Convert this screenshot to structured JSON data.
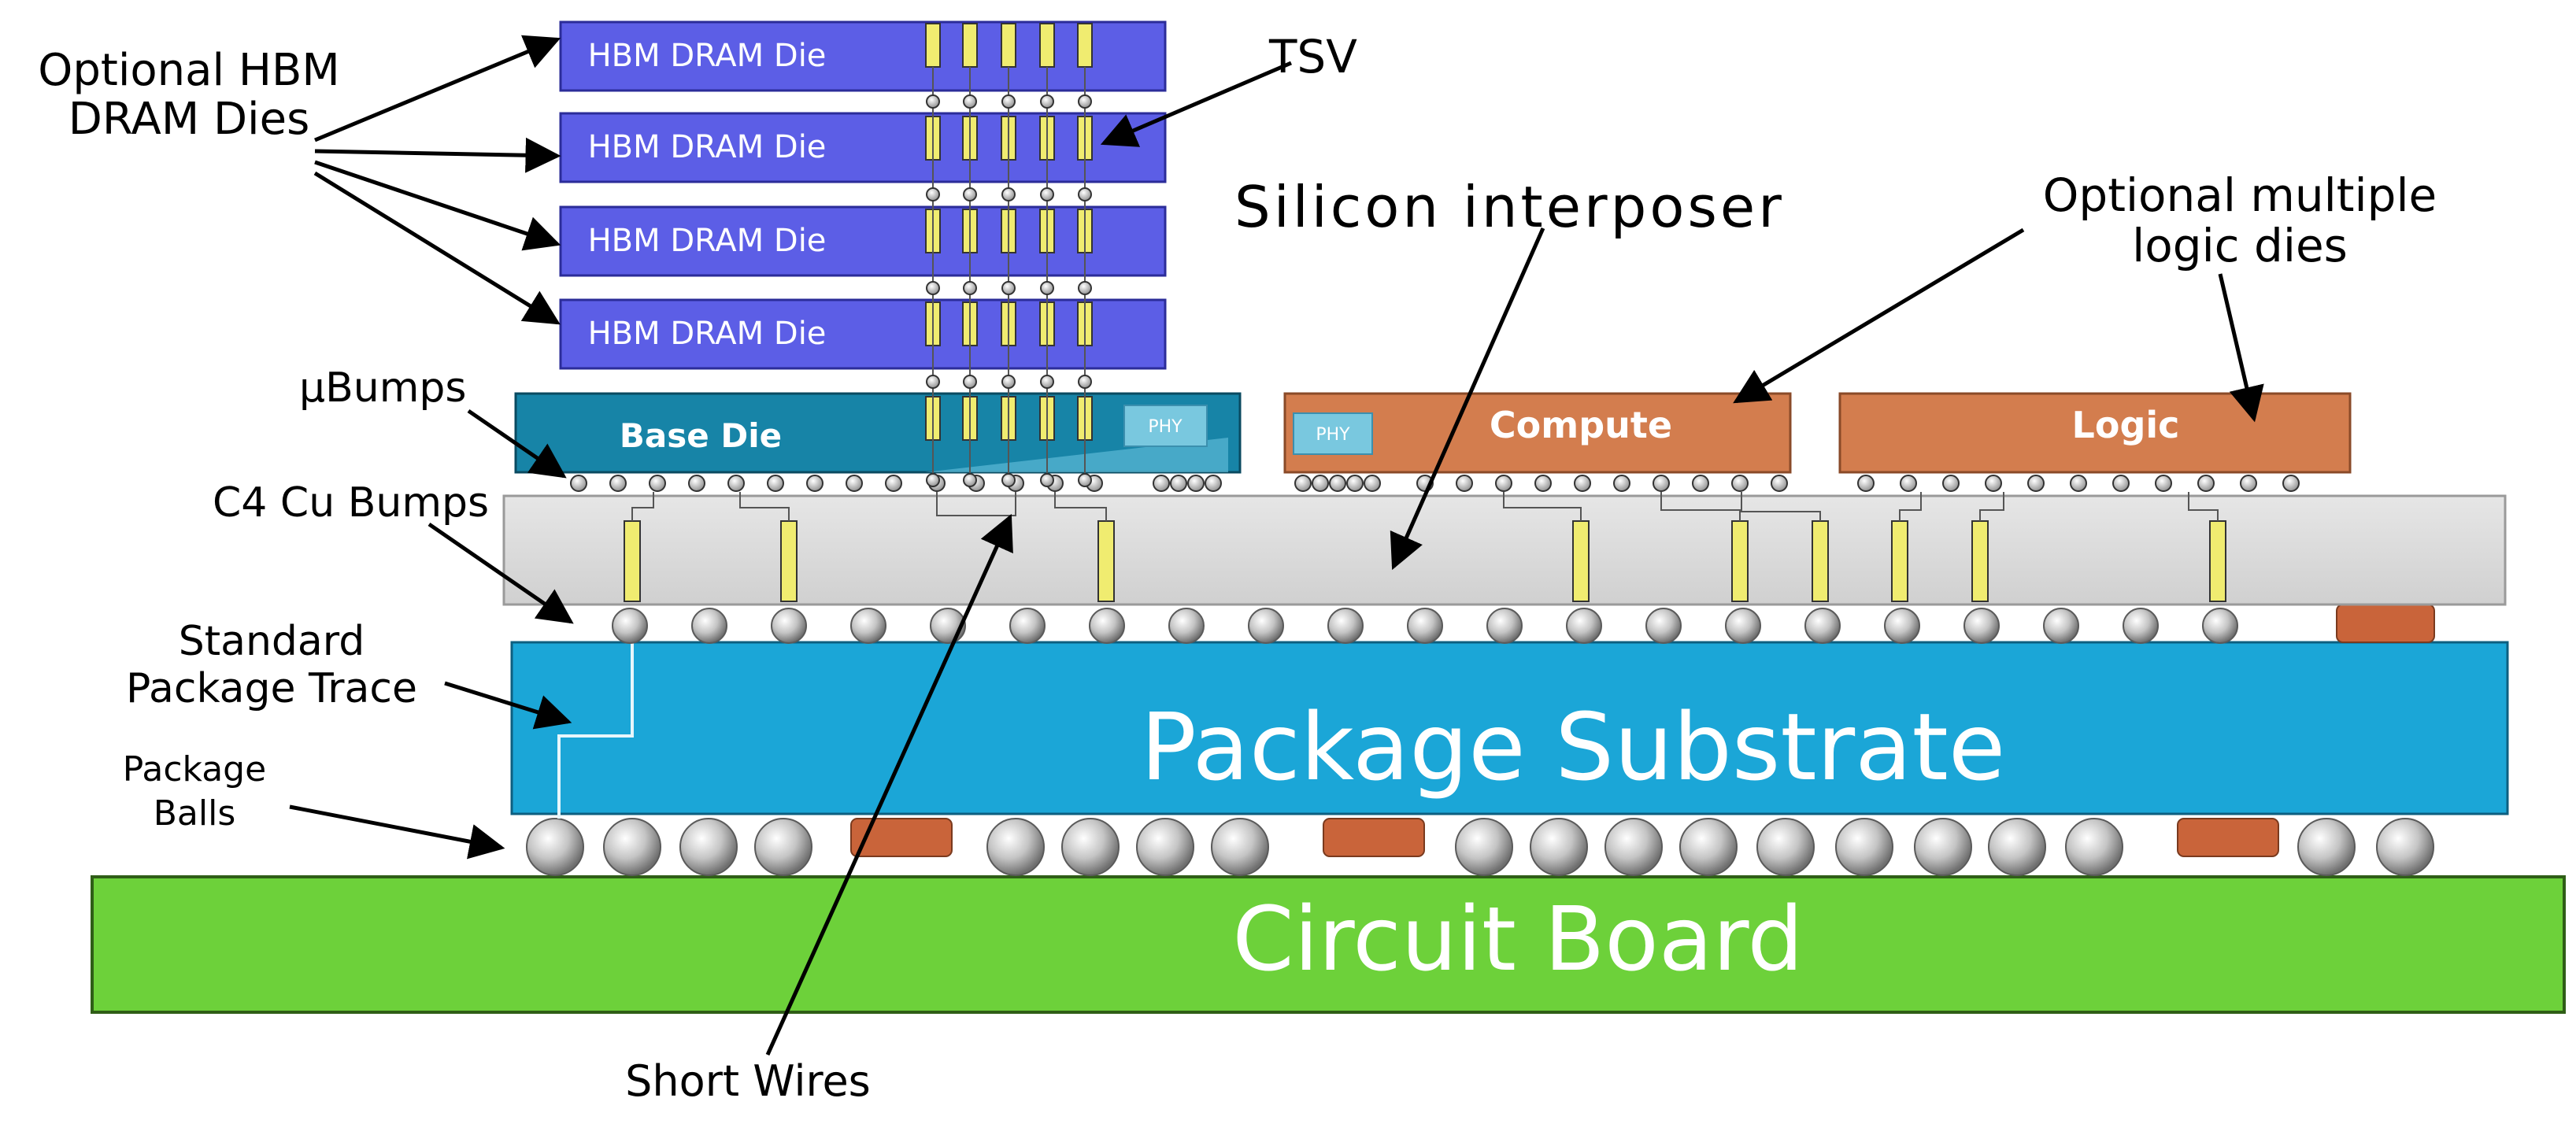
{
  "labels": {
    "hbm_dies": [
      "Optional HBM",
      "DRAM Dies"
    ],
    "tsv": "TSV",
    "interposer": "Silicon interposer",
    "logic_dies": [
      "Optional multiple",
      "logic dies"
    ],
    "ubumps": "µBumps",
    "c4": "C4 Cu Bumps",
    "trace": [
      "Standard",
      "Package Trace"
    ],
    "balls": [
      "Package",
      "Balls"
    ],
    "short_wires": "Short Wires"
  },
  "blocks": {
    "hbm_die": "HBM DRAM Die",
    "base_die": "Base Die",
    "phy": "PHY",
    "compute": "Compute",
    "logic": "Logic",
    "substrate": "Package Substrate",
    "board": "Circuit Board"
  },
  "colors": {
    "hbm": "#5c5ee6",
    "base_die": "#1784a7",
    "phy": "#79c8df",
    "compute": "#d37d4e",
    "interposer": "#dcdcdc",
    "substrate": "#1ba6d7",
    "board": "#6dd13a",
    "tsv": "#f0ec70",
    "capacitor": "#c9643a"
  }
}
